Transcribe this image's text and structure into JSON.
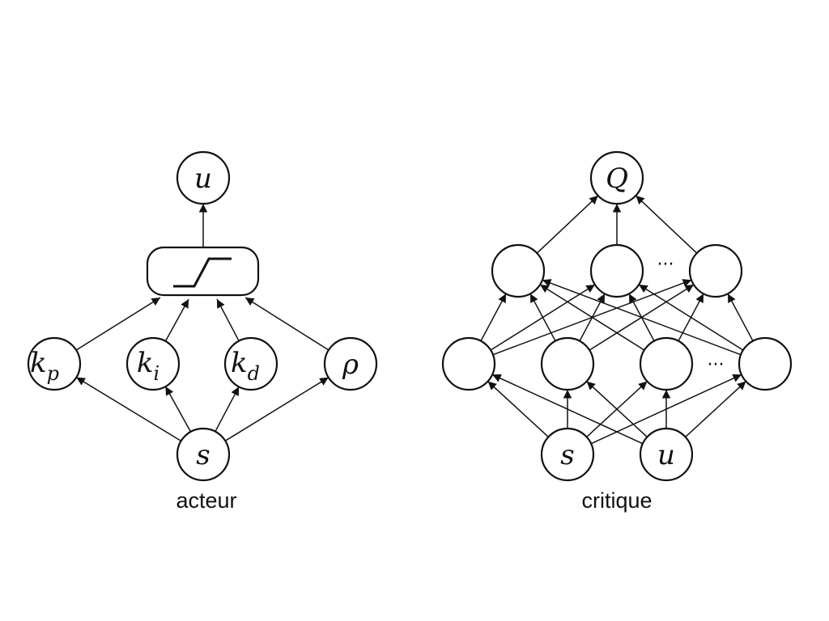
{
  "actor": {
    "caption": "acteur",
    "nodes": {
      "u": {
        "main": "u",
        "sub": ""
      },
      "kp": {
        "main": "k",
        "sub": "p"
      },
      "ki": {
        "main": "k",
        "sub": "i"
      },
      "kd": {
        "main": "k",
        "sub": "d"
      },
      "rho": {
        "main": "ρ",
        "sub": ""
      },
      "s": {
        "main": "s",
        "sub": ""
      }
    }
  },
  "critic": {
    "caption": "critique",
    "nodes": {
      "q": {
        "main": "Q",
        "sub": ""
      },
      "s": {
        "main": "s",
        "sub": ""
      },
      "u": {
        "main": "u",
        "sub": ""
      }
    },
    "ellipsis": "···"
  }
}
